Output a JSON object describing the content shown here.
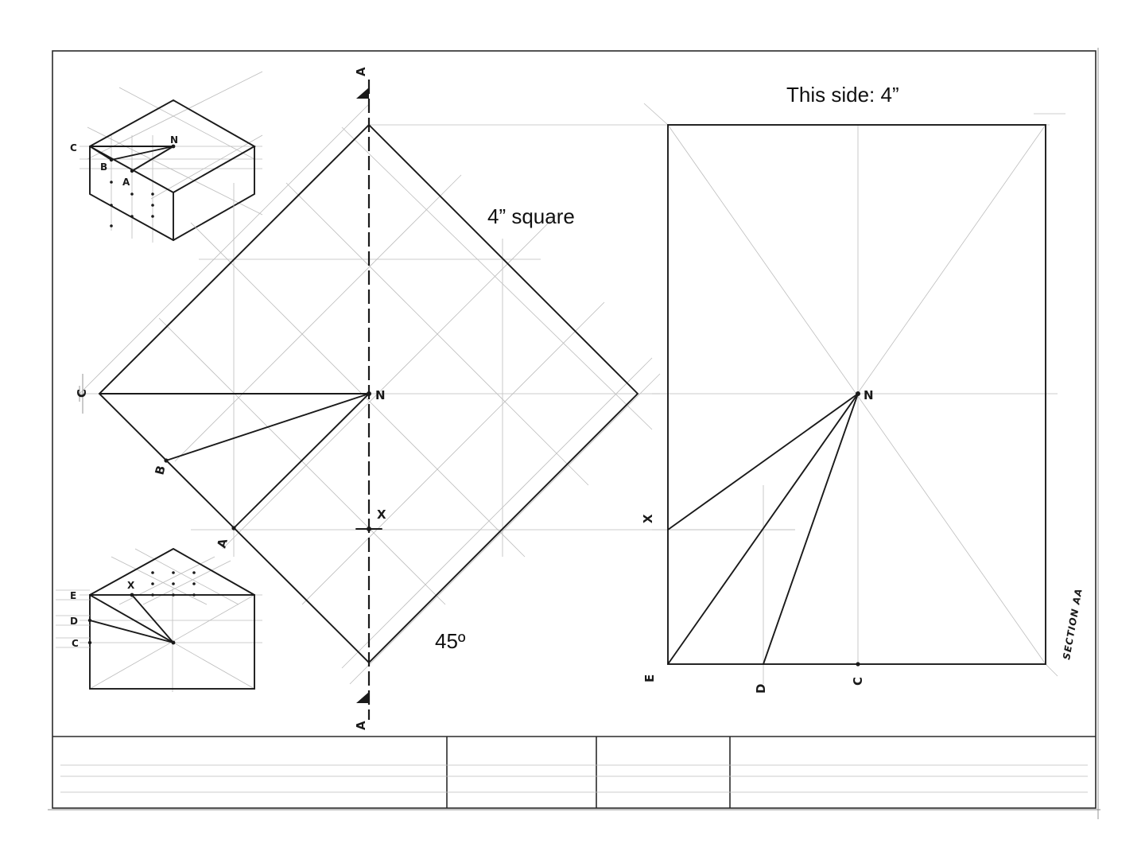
{
  "annotations": {
    "square_note": "4” square",
    "side_note": "This side: 4”",
    "angle_note": "45º",
    "section_title": "SECTION AA"
  },
  "plan_view": {
    "cut_label_top": "A",
    "cut_label_bottom": "A",
    "point_C": "C",
    "point_N": "N",
    "point_B": "B",
    "point_A": "A",
    "point_X": "X"
  },
  "section_view": {
    "point_N": "N",
    "point_X": "X",
    "point_E": "E",
    "point_D": "D",
    "point_C": "C"
  },
  "iso_sketch": {
    "point_C": "C",
    "point_N": "N",
    "point_B": "B",
    "point_A": "A"
  },
  "front_sketch": {
    "point_E": "E",
    "point_X": "X",
    "point_D": "D",
    "point_C": "C"
  },
  "title_block": {
    "cells": [
      "",
      "",
      "",
      ""
    ]
  }
}
